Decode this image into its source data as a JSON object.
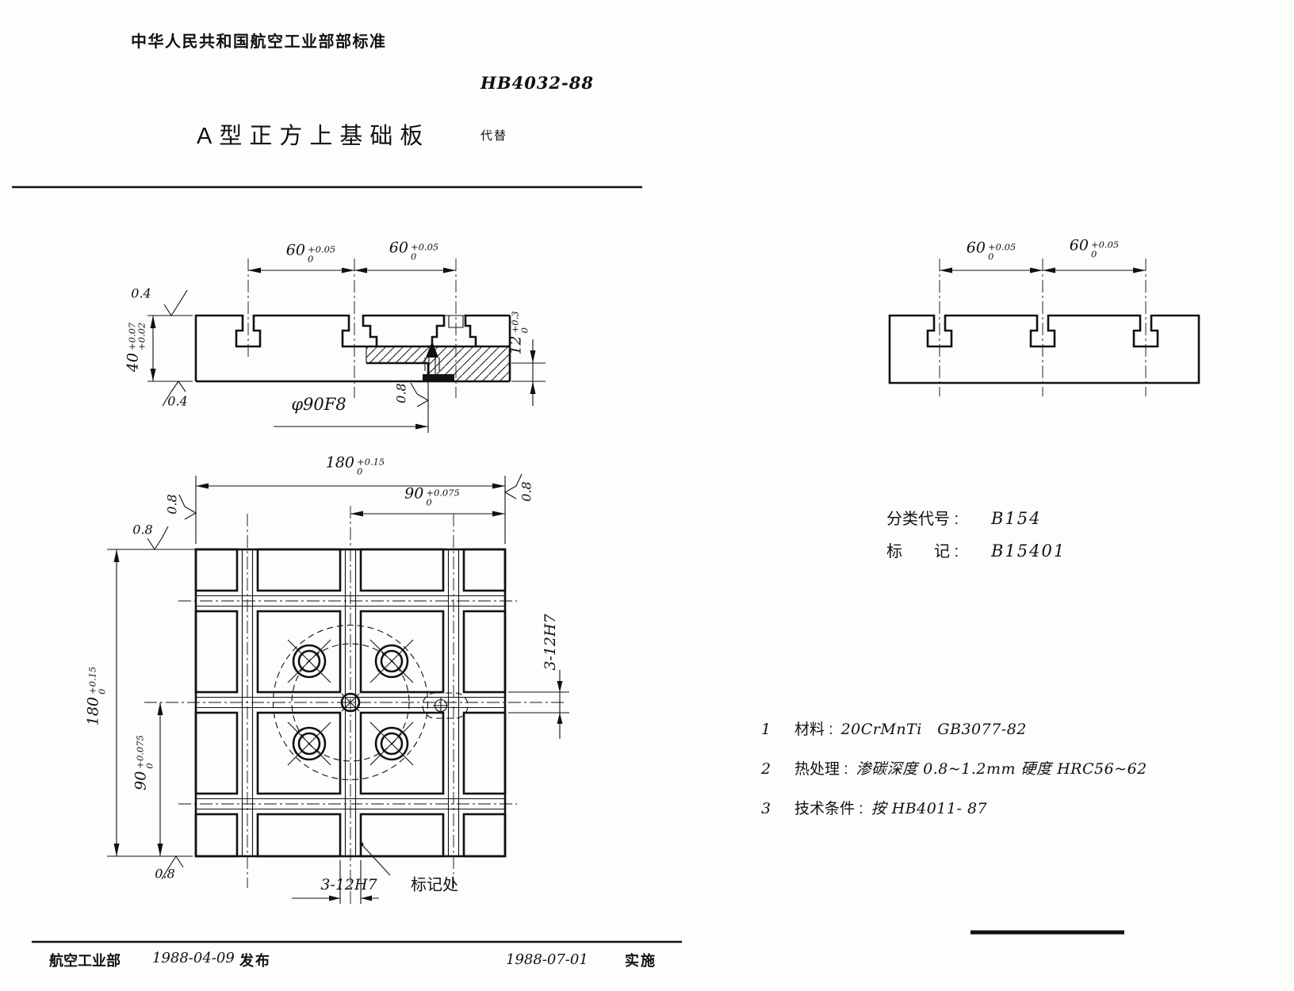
{
  "header": {
    "org_standard": "中华人民共和国航空工业部部标准",
    "standard_no": "HB4032-88",
    "title": "A型正方上基础板",
    "supersede": "代替"
  },
  "classification": {
    "rows": [
      {
        "label": "分类代号 :",
        "value": "B154"
      },
      {
        "label": "标　　记 :",
        "value": "B15401"
      }
    ]
  },
  "notes": {
    "items": [
      {
        "no": "1",
        "label": "材料 :",
        "text": "20CrMnTi　GB3077-82"
      },
      {
        "no": "2",
        "label": "热处理 :",
        "text": "渗碳深度 0.8~1.2mm 硬度 HRC56~62"
      },
      {
        "no": "3",
        "label": "技术条件 :",
        "text": "按 HB4011- 87"
      }
    ]
  },
  "footer": {
    "issuer": "航空工业部",
    "issue_date": "1988-04-09",
    "issue_action": "发布",
    "impl_date": "1988-07-01",
    "impl_action": "实施"
  },
  "dims": {
    "slot_pitch": {
      "v": "60",
      "sup": "+0.05",
      "sub": "0"
    },
    "plate_height": {
      "v": "40",
      "sup": "+0.07",
      "sub": "+0.02"
    },
    "recess_depth": {
      "v": "12",
      "sup": "+0.3",
      "sub": "0"
    },
    "recess_dia": "φ90F8",
    "plate_width": {
      "v": "180",
      "sup": "+0.15",
      "sub": "0"
    },
    "half_width": {
      "v": "90",
      "sup": "+0.075",
      "sub": "0"
    },
    "holes_spec": "3-12H7",
    "mark_place": "标记处",
    "finish_04": "0.4",
    "finish_08": "0.8"
  },
  "colors": {
    "ink": "#111111",
    "paper": "#fdfdfc"
  }
}
